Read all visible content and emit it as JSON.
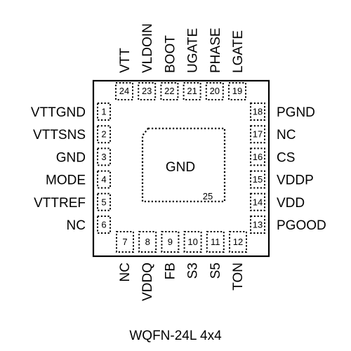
{
  "package_name": "WQFN-24L 4x4",
  "center_pad": {
    "label": "GND",
    "number": "25"
  },
  "pins": {
    "left": [
      {
        "num": "1",
        "name": "VTTGND"
      },
      {
        "num": "2",
        "name": "VTTSNS"
      },
      {
        "num": "3",
        "name": "GND"
      },
      {
        "num": "4",
        "name": "MODE"
      },
      {
        "num": "5",
        "name": "VTTREF"
      },
      {
        "num": "6",
        "name": "NC"
      }
    ],
    "bottom": [
      {
        "num": "7",
        "name": "NC"
      },
      {
        "num": "8",
        "name": "VDDQ"
      },
      {
        "num": "9",
        "name": "FB"
      },
      {
        "num": "10",
        "name": "S3"
      },
      {
        "num": "11",
        "name": "S5"
      },
      {
        "num": "12",
        "name": "TON"
      }
    ],
    "right": [
      {
        "num": "13",
        "name": "PGOOD"
      },
      {
        "num": "14",
        "name": "VDD"
      },
      {
        "num": "15",
        "name": "VDDP"
      },
      {
        "num": "16",
        "name": "CS"
      },
      {
        "num": "17",
        "name": "NC"
      },
      {
        "num": "18",
        "name": "PGND"
      }
    ],
    "top": [
      {
        "num": "19",
        "name": "LGATE"
      },
      {
        "num": "20",
        "name": "PHASE"
      },
      {
        "num": "21",
        "name": "UGATE"
      },
      {
        "num": "22",
        "name": "BOOT"
      },
      {
        "num": "23",
        "name": "VLDOIN"
      },
      {
        "num": "24",
        "name": "VTT"
      }
    ]
  }
}
